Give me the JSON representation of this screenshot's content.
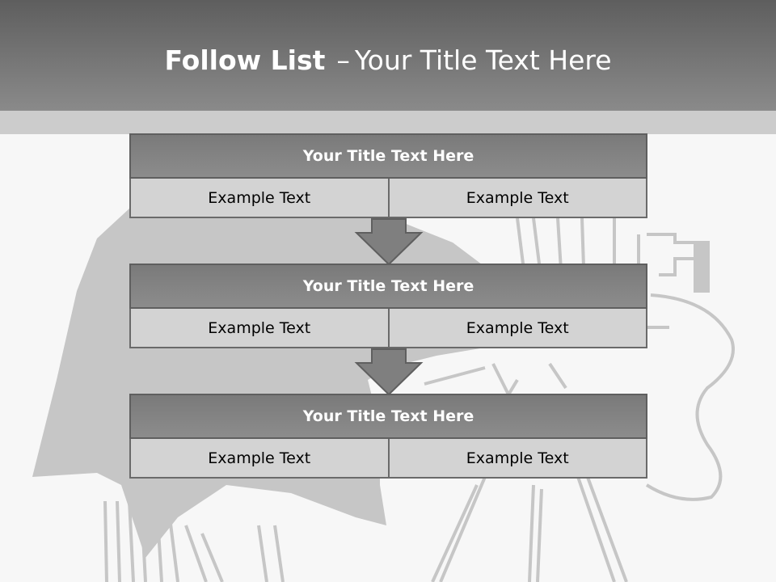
{
  "slide": {
    "title_bold": "Follow List",
    "title_dash": "–",
    "title_rest": "Your Title Text Here"
  },
  "steps": [
    {
      "title": "Your Title Text Here",
      "left": "Example Text",
      "right": "Example Text"
    },
    {
      "title": "Your Title Text Here",
      "left": "Example Text",
      "right": "Example Text"
    },
    {
      "title": "Your Title Text Here",
      "left": "Example Text",
      "right": "Example Text"
    }
  ]
}
